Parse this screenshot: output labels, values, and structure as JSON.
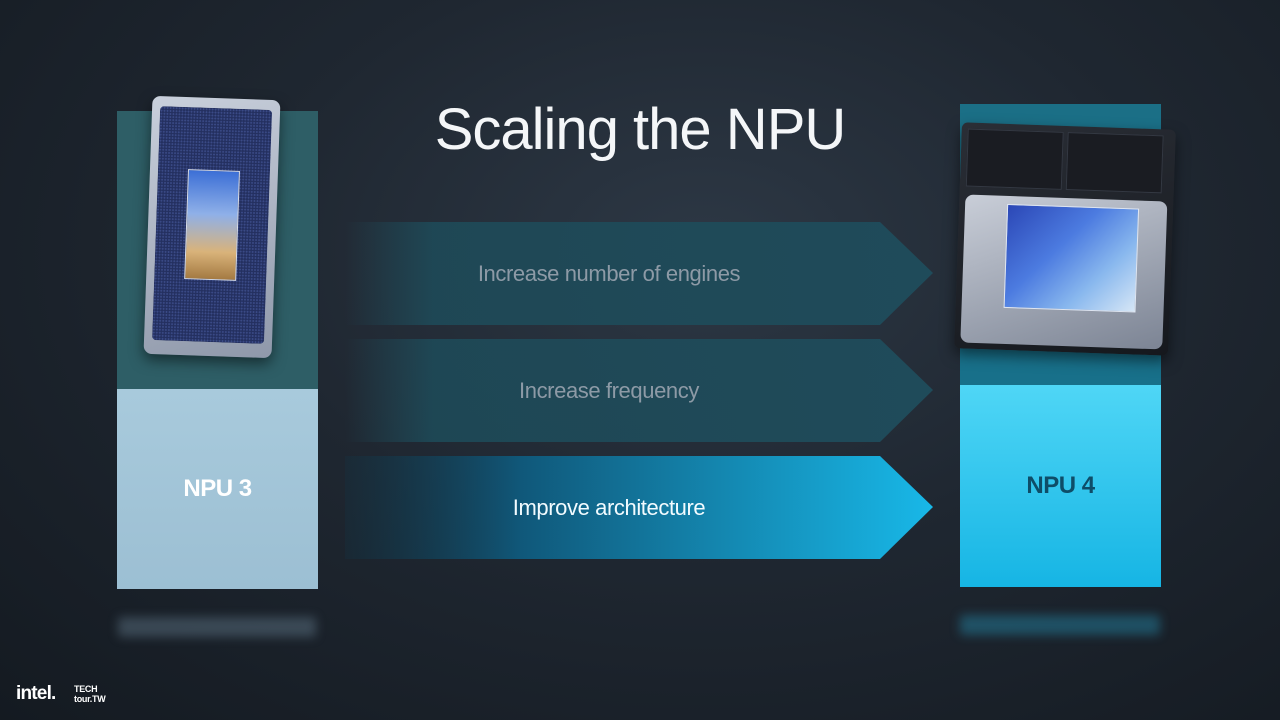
{
  "slide": {
    "title": "Scaling the NPU"
  },
  "columns": {
    "left": {
      "label": "NPU 3"
    },
    "right": {
      "label": "NPU 4"
    }
  },
  "arrows": [
    {
      "label": "Increase number of engines",
      "style": "muted"
    },
    {
      "label": "Increase frequency",
      "style": "muted"
    },
    {
      "label": "Improve architecture",
      "style": "highlight"
    }
  ],
  "colors": {
    "accent_cyan": "#16b5e4",
    "npu3_light": "#a8cadc",
    "npu3_dark": "#2e5e66",
    "arrow_muted": "#1e4a58"
  },
  "footer": {
    "brand": "intel.",
    "event_line1": "TECH",
    "event_line2": "tour.TW"
  }
}
